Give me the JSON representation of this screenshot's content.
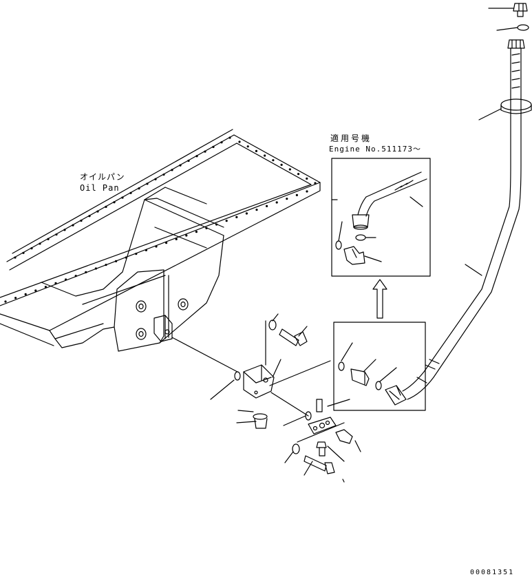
{
  "labels": {
    "oil_pan_jp": "オイルパン",
    "oil_pan_en": "Oil Pan",
    "applicable_jp": "適用号機",
    "applicable_en": "Engine No.511173～",
    "drawing_number": "00081351"
  }
}
